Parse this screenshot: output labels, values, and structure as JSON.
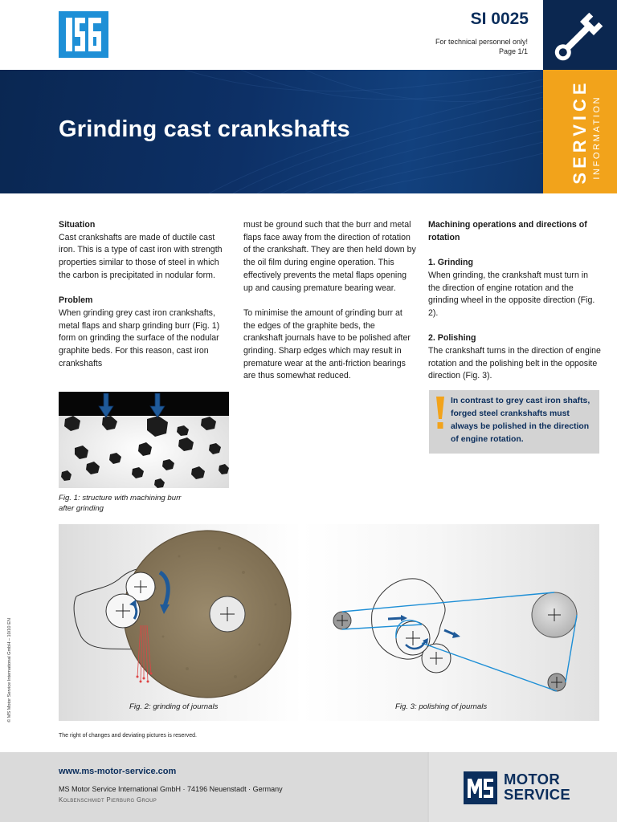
{
  "header": {
    "doc_number": "SI 0025",
    "audience": "For technical personnel only!",
    "page": "Page 1/1",
    "logo_icon": "ks-logo-icon",
    "wrench_icon": "wrench-icon"
  },
  "banner": {
    "title": "Grinding cast crankshafts",
    "service_word": "SERVICE",
    "information_word": "INFORMATION"
  },
  "colors": {
    "navy": "#0b2750",
    "orange": "#f2a31b",
    "brand_blue": "#1e8fd6",
    "belt_blue": "#1e8fd6"
  },
  "column1": {
    "situation_heading": "Situation",
    "situation_text": "Cast crankshafts are made of ductile cast iron. This is a type of cast iron with strength properties similar to those of steel in which the carbon is precipitated in nodular form.",
    "problem_heading": "Problem",
    "problem_text": "When grinding grey cast iron crankshafts, metal flaps and sharp grinding burr (Fig. 1) form on grinding the surface of the nodular graphite beds. For this reason, cast iron crankshafts"
  },
  "column2": {
    "para1": "must be ground such that the burr and metal flaps face away from the direction of rotation of the crankshaft. They are then held down by the oil film during engine operation. This effectively prevents the metal flaps opening up and causing premature bearing wear.",
    "para2": "To minimise the amount of grinding burr at the edges of the graphite beds, the crankshaft journals have to be polished after grinding. Sharp edges which may result in premature wear at the anti-friction bearings are thus somewhat reduced."
  },
  "column3": {
    "heading": "Machining operations and directions of rotation",
    "grinding_heading": "1. Grinding",
    "grinding_text": "When grinding, the crankshaft must turn in the direction of engine rotation and the grinding wheel in the opposite direction (Fig. 2).",
    "polishing_heading": "2. Polishing",
    "polishing_text": "The crankshaft turns in the direction of engine rotation and the polishing belt in the opposite direction (Fig. 3)."
  },
  "note": {
    "icon": "exclamation-icon",
    "text": "In contrast to grey cast iron shafts, forged steel crankshafts must always be polished in the direction of engine rotation."
  },
  "figures": {
    "fig1_caption": "Fig. 1: structure with machining burr after grinding",
    "fig2_caption": "Fig. 2: grinding of journals",
    "fig3_caption": "Fig. 3: polishing of journals"
  },
  "legal": {
    "reserved": "The right of changes and deviating pictures is reserved.",
    "copyright": "© MS Motor Service International GmbH – 10/10 EN"
  },
  "footer": {
    "url": "www.ms-motor-service.com",
    "address": "MS Motor Service International GmbH · 74196 Neuenstadt · Germany",
    "group": "Kolbenschmidt Pierburg Group",
    "brand_line1": "MOTOR",
    "brand_line2": "SERVICE",
    "brand_icon": "ms-logo-icon"
  }
}
